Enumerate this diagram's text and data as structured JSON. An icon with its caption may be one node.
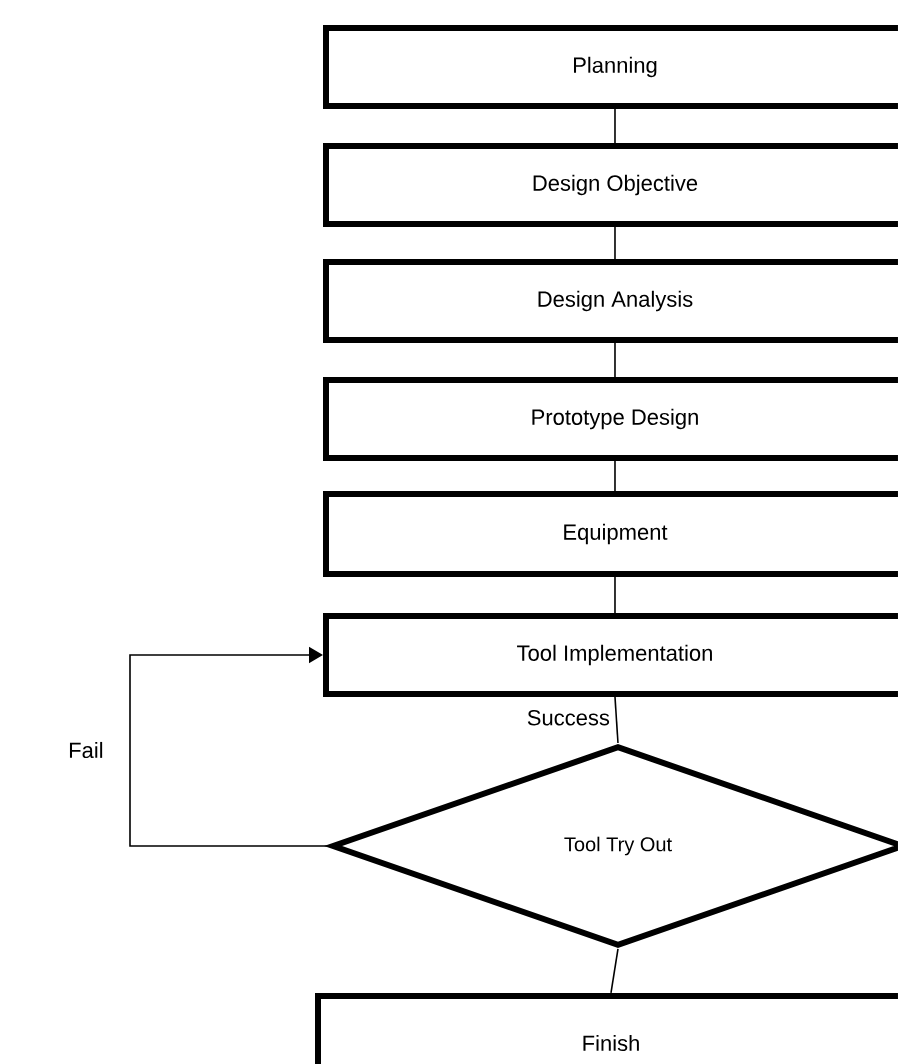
{
  "diagram": {
    "nodes": [
      {
        "text": [
          "Planning"
        ]
      },
      {
        "text": [
          "Design Objective"
        ]
      },
      {
        "text": [
          "Design Analysis"
        ]
      },
      {
        "text": [
          "Prototype Design"
        ]
      },
      {
        "text": [
          "Equipment"
        ]
      },
      {
        "text": [
          "Tool Implementation"
        ]
      },
      {
        "text": [
          "Tool Try Out"
        ]
      },
      {
        "text": [
          "Finish"
        ]
      }
    ],
    "edges": [
      {
        "from": 0,
        "to": 1,
        "arrow": "none"
      },
      {
        "from": 1,
        "to": 2,
        "arrow": "none"
      },
      {
        "from": 2,
        "to": 3,
        "arrow": "none"
      },
      {
        "from": 3,
        "to": 4,
        "arrow": "none"
      },
      {
        "from": 4,
        "to": 5,
        "arrow": "none"
      },
      {
        "from": 5,
        "to": 6,
        "arrow": "none",
        "label": "Success"
      },
      {
        "from": 6,
        "to": 7,
        "arrow": "none"
      },
      {
        "from": 6,
        "to": 5,
        "arrow": "to",
        "label": "Fail"
      }
    ]
  }
}
